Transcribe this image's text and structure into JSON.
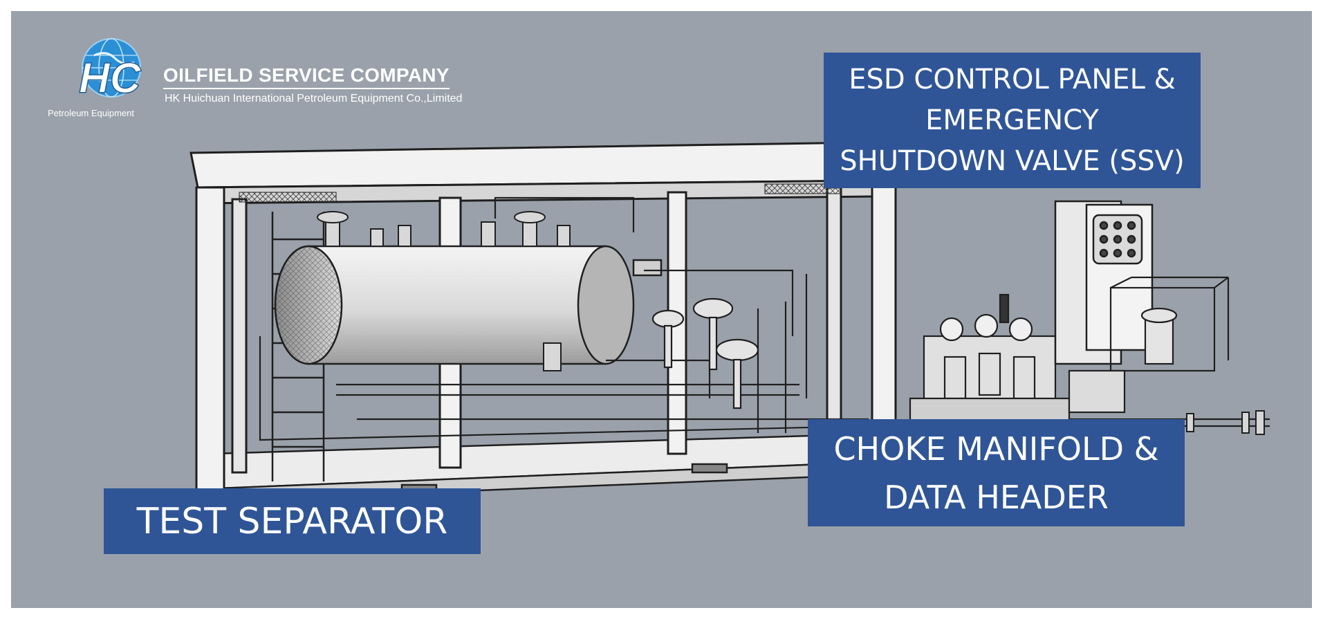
{
  "brand": {
    "logo_letters": "HC",
    "logo_caption": "Petroleum Equipment",
    "title": "OILFIELD SERVICE COMPANY",
    "subtitle": "HK Huichuan International Petroleum Equipment Co.,Limited"
  },
  "callouts": {
    "esd": {
      "lines": [
        "ESD CONTROL PANEL &",
        "EMERGENCY",
        "SHUTDOWN VALVE (SSV)"
      ]
    },
    "choke": {
      "lines": [
        "CHOKE MANIFOLD &",
        "DATA HEADER"
      ]
    },
    "test": {
      "lines": [
        "TEST SEPARATOR"
      ]
    }
  },
  "colors": {
    "background": "#9aa1aa",
    "callout_fill": "#2f5597",
    "callout_text": "#ffffff",
    "line_art": "#1f1f1f",
    "globe": "#2b8fd6"
  }
}
